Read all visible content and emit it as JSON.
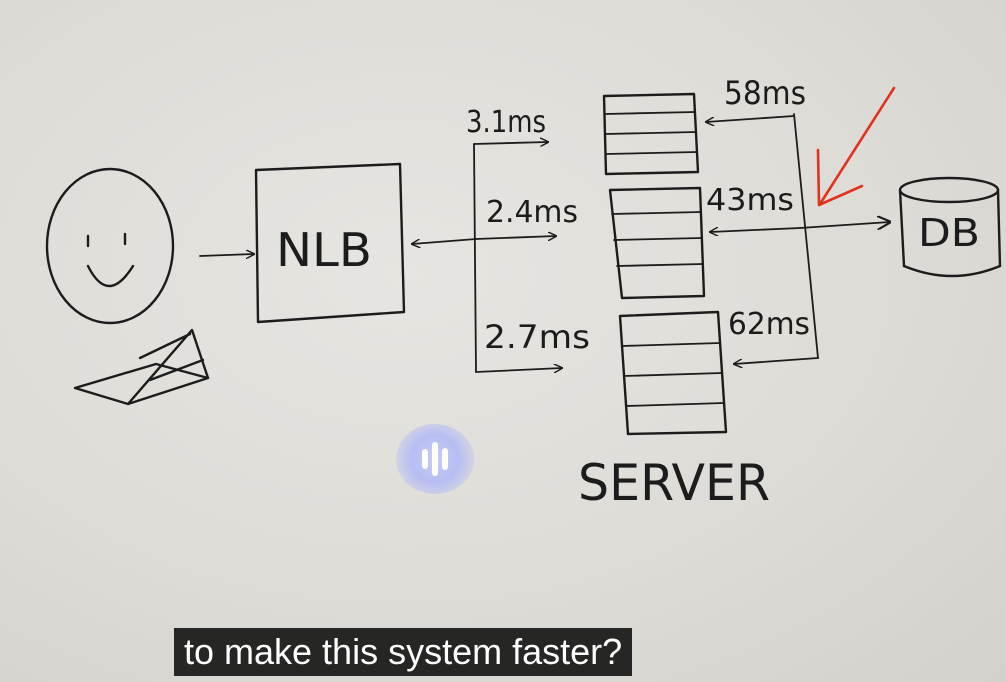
{
  "diagram": {
    "nodes": {
      "load_balancer": "NLB",
      "database": "DB",
      "server_group": "SERVER"
    },
    "edges": {
      "nlb_to_server_1": "3.1ms",
      "nlb_to_server_2": "2.4ms",
      "nlb_to_server_3": "2.7ms",
      "db_to_server_1": "58ms",
      "db_to_server_2": "43ms",
      "db_to_server_3": "62ms"
    },
    "icons": {
      "user": "smiley-face-icon",
      "device": "laptop-icon",
      "highlight": "red-arrow-icon"
    },
    "colors": {
      "ink": "#1c1c1c",
      "highlight_arrow": "#e2321f",
      "caption_background": "#080808"
    }
  },
  "player": {
    "audio_icon": "audio-waveform-icon",
    "caption": "to make this system faster?"
  }
}
